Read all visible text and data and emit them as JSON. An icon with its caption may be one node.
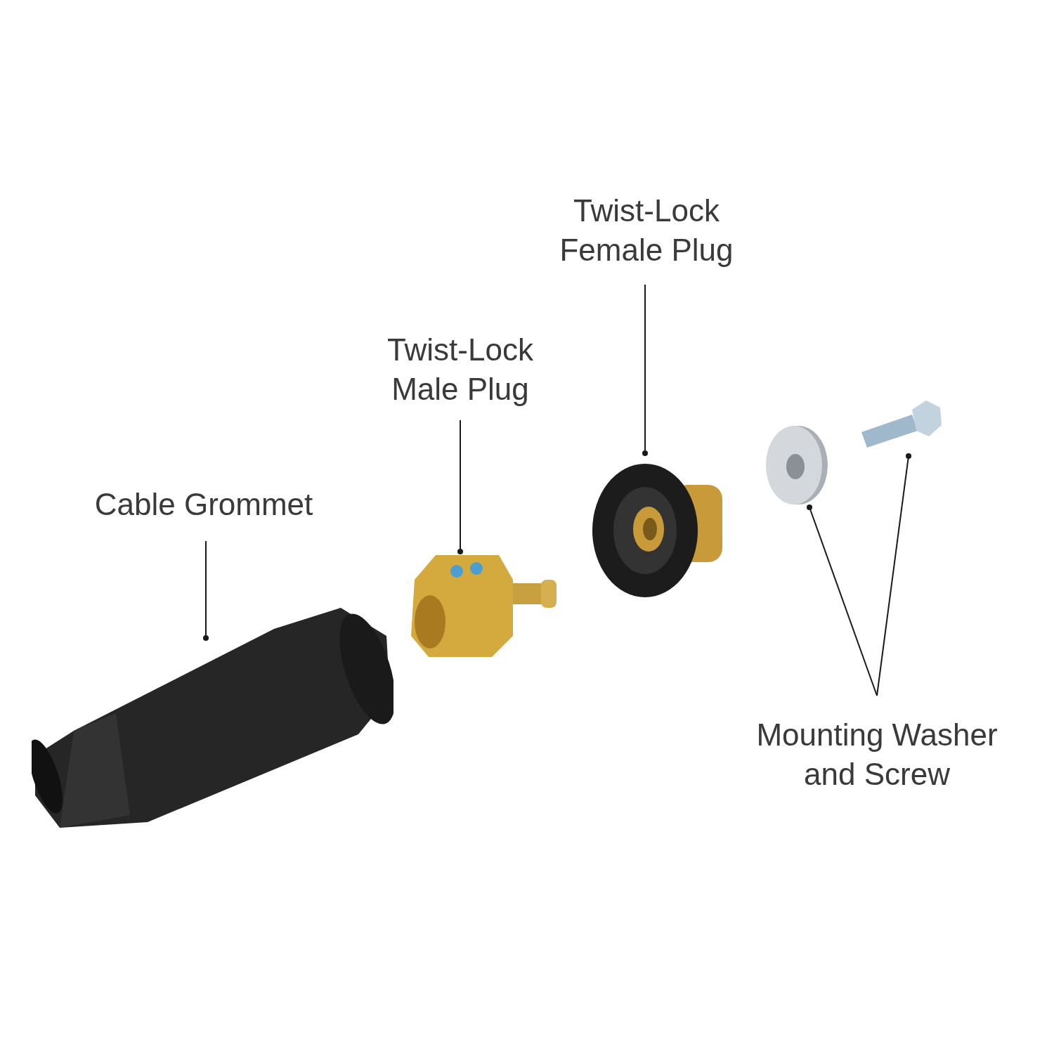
{
  "diagram": {
    "nodes": [
      {
        "text": [
          "Twist-Lock Female Plug"
        ]
      },
      {
        "text": [
          "Twist-Lock Male Plug"
        ]
      },
      {
        "text": [
          "Cable Grommet"
        ]
      },
      {
        "text": [
          "Mounting Washer and Screw"
        ]
      },
      {
        "text": [],
        "shape": "picture"
      },
      {
        "text": [],
        "shape": "picture"
      },
      {
        "text": [],
        "shape": "picture"
      },
      {
        "text": [],
        "shape": "picture"
      },
      {
        "text": [],
        "shape": "picture"
      }
    ],
    "edges": [
      {
        "from": 2,
        "to": 4,
        "arrow": "other"
      },
      {
        "from": 1,
        "to": 5,
        "arrow": "other"
      },
      {
        "from": 0,
        "to": 6,
        "arrow": "other"
      },
      {
        "from": 3,
        "to": 7,
        "arrow": "other"
      },
      {
        "from": 3,
        "to": 8,
        "arrow": "other"
      }
    ]
  }
}
